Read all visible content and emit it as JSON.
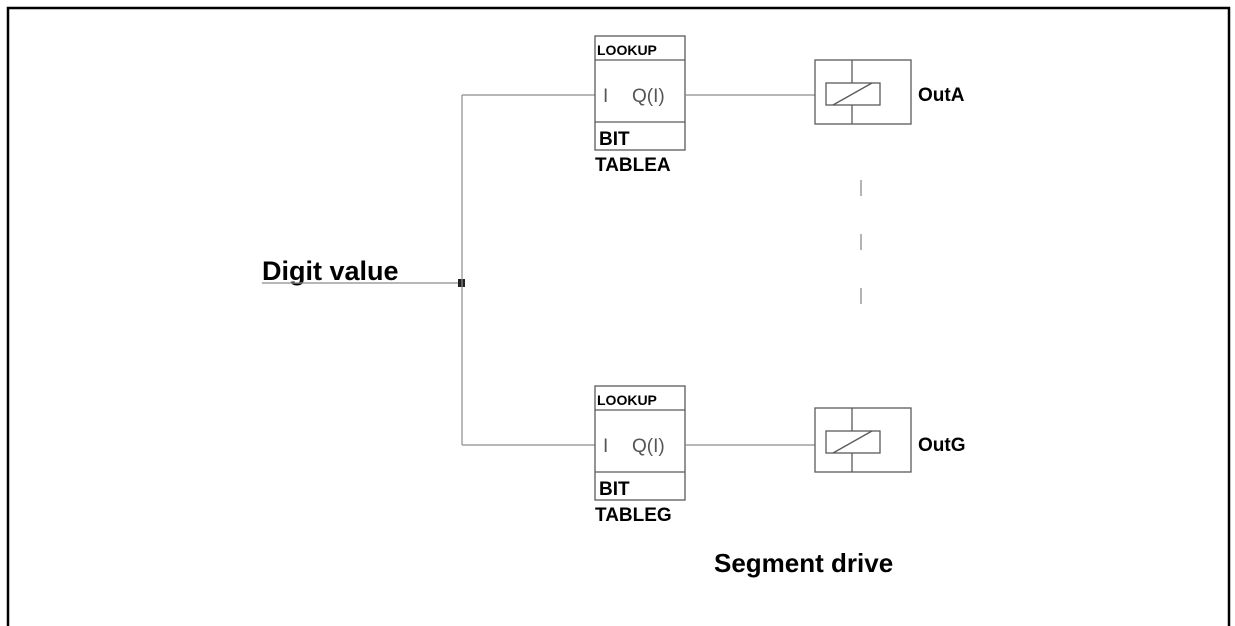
{
  "diagram": {
    "input_label": "Digit value",
    "output_label": "Segment drive",
    "blocks": [
      {
        "header": "LOOKUP",
        "pin_in": "I",
        "pin_out": "Q(I)",
        "type": "BIT",
        "table": "TABLEA",
        "coil": "OutA"
      },
      {
        "header": "LOOKUP",
        "pin_in": "I",
        "pin_out": "Q(I)",
        "type": "BIT",
        "table": "TABLEG",
        "coil": "OutG"
      }
    ]
  }
}
